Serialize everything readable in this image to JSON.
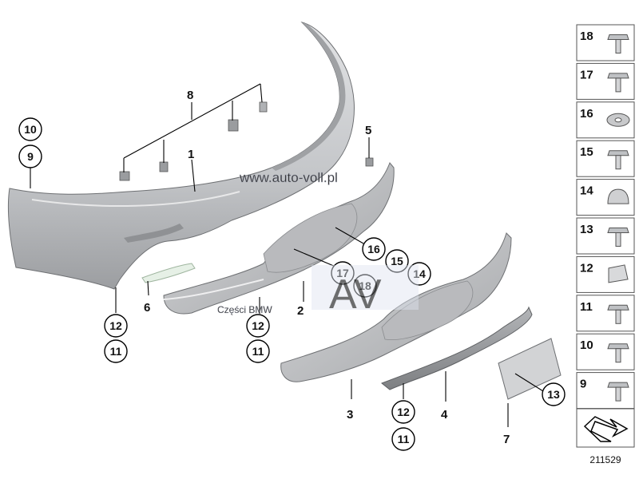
{
  "watermarks": {
    "site": "www.auto-voll.pl",
    "parts": "Części BMW",
    "logo_letters": "AV"
  },
  "diagram_id": "211529",
  "part_labels": [
    {
      "id": "l1",
      "text": "1"
    },
    {
      "id": "l2",
      "text": "2"
    },
    {
      "id": "l3",
      "text": "3"
    },
    {
      "id": "l4",
      "text": "4"
    },
    {
      "id": "l5",
      "text": "5"
    },
    {
      "id": "l6",
      "text": "6"
    },
    {
      "id": "l7",
      "text": "7"
    },
    {
      "id": "l8",
      "text": "8"
    }
  ],
  "circled_labels": [
    "10",
    "9",
    "12",
    "11",
    "12",
    "11",
    "16",
    "15",
    "14",
    "17",
    "18",
    "12",
    "11",
    "13"
  ],
  "legend": [
    "18",
    "17",
    "16",
    "15",
    "14",
    "13",
    "12",
    "11",
    "10",
    "9"
  ],
  "colors": {
    "part_fill": "#c9cacc",
    "part_shade": "#a9abae",
    "part_dark": "#8e9093",
    "tile_border": "#555555",
    "watermark": "#b8c0d8"
  }
}
